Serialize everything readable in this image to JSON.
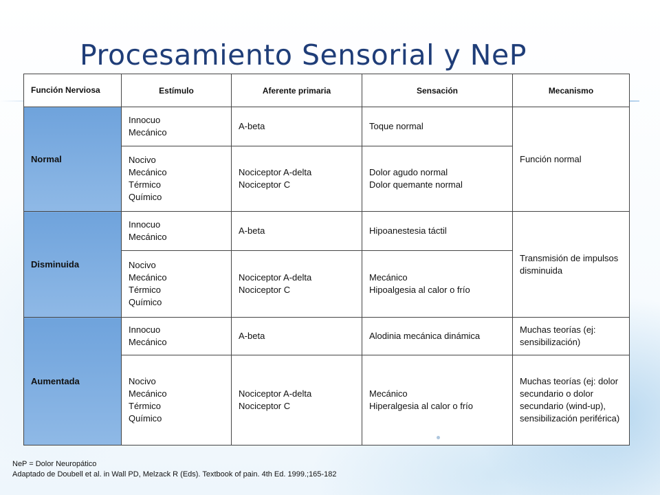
{
  "slide": {
    "title": "Procesamiento Sensorial y NeP",
    "headers": [
      "Función Nerviosa",
      "Estímulo",
      "Aferente primaria",
      "Sensación",
      "Mecanismo"
    ],
    "groups": [
      {
        "label": "Normal",
        "mechanism": "Función normal",
        "rows": [
          {
            "stimulus": "Innocuo\nMecánico",
            "afferent": "A-beta",
            "sensation": "Toque normal"
          },
          {
            "stimulus": "Nocivo\nMecánico\nTérmico\nQuímico",
            "afferent": "Nociceptor A-delta\nNociceptor C",
            "sensation": "Dolor agudo normal\nDolor quemante normal"
          }
        ]
      },
      {
        "label": "Disminuida",
        "mechanism": "Transmisión de impulsos disminuida",
        "rows": [
          {
            "stimulus": "Innocuo\nMecánico",
            "afferent": "A-beta",
            "sensation": "Hipoanestesia táctil"
          },
          {
            "stimulus": "Nocivo\nMecánico\nTérmico\nQuímico",
            "afferent": "Nociceptor A-delta\nNociceptor C",
            "sensation": "Mecánico\nHipoalgesia al calor o frío"
          }
        ]
      },
      {
        "label": "Aumentada",
        "rows": [
          {
            "stimulus": "Innocuo\nMecánico",
            "afferent": "A-beta",
            "sensation": "Alodinia mecánica dinámica",
            "mechanism": "Muchas teorías (ej: sensibilización)"
          },
          {
            "stimulus": "Nocivo\nMecánico\nTérmico\nQuímico",
            "afferent": "Nociceptor A-delta\nNociceptor C",
            "sensation": "Mecánico\nHiperalgesia al calor o frío",
            "mechanism": "Muchas teorías (ej: dolor secundario o dolor secundario (wind-up), sensibilización periférica)"
          }
        ]
      }
    ],
    "footer": {
      "abbrev": "NeP = Dolor Neuropático",
      "source": "Adaptado de Doubell et al. in Wall PD, Melzack R (Eds). Textbook of pain. 4th Ed. 1999.;165-182"
    }
  }
}
